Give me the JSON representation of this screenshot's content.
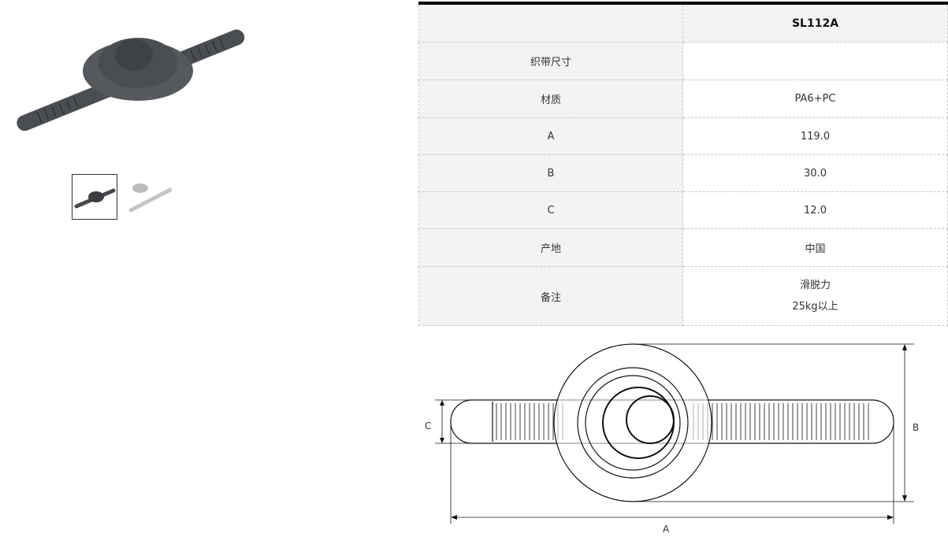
{
  "gallery": {
    "thumbnails": [
      "product-photo",
      "product-parts-photo"
    ],
    "selected_index": 0
  },
  "spec_table": {
    "model": "SL112A",
    "rows": [
      {
        "label": "织带尺寸",
        "value": ""
      },
      {
        "label": "材质",
        "value": "PA6+PC"
      },
      {
        "label": "A",
        "value": "119.0"
      },
      {
        "label": "B",
        "value": "30.0"
      },
      {
        "label": "C",
        "value": "12.0"
      },
      {
        "label": "产地",
        "value": "中国"
      },
      {
        "label": "备注",
        "value_lines": [
          "滑脱力",
          "25kg以上"
        ]
      }
    ]
  },
  "drawing": {
    "dim_a": "A",
    "dim_b": "B",
    "dim_c": "C"
  }
}
